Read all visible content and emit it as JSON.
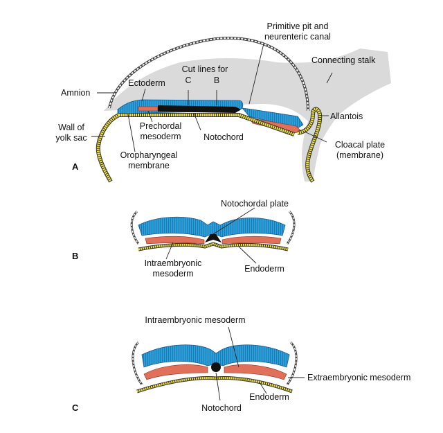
{
  "panels": {
    "a": "A",
    "b": "B",
    "c": "C"
  },
  "panel_a": {
    "primitive_pit_1": "Primitive pit and",
    "primitive_pit_2": "neurenteric canal",
    "connecting_stalk": "Connecting stalk",
    "cut_lines_1": "Cut lines for",
    "cut_c": "C",
    "cut_b": "B",
    "ectoderm": "Ectoderm",
    "amnion": "Amnion",
    "allantois": "Allantois",
    "wall_yolk_1": "Wall of",
    "wall_yolk_2": "yolk sac",
    "prechordal_1": "Prechordal",
    "prechordal_2": "mesoderm",
    "notochord": "Notochord",
    "cloacal_1": "Cloacal plate",
    "cloacal_2": "(membrane)",
    "oropharyngeal_1": "Oropharyngeal",
    "oropharyngeal_2": "membrane"
  },
  "panel_b": {
    "notochordal_plate": "Notochordal plate",
    "intraembryonic_1": "Intraembryonic",
    "intraembryonic_2": "mesoderm",
    "endoderm": "Endoderm"
  },
  "panel_c": {
    "intraembryonic": "Intraembryonic mesoderm",
    "extraembryonic": "Extraembryonic mesoderm",
    "endoderm": "Endoderm",
    "notochord": "Notochord"
  },
  "colors": {
    "ectoderm": "#2b9fd9",
    "mesoderm": "#e0705a",
    "endoderm": "#f2e23a",
    "notochord": "#111111",
    "amnion": "#ffffff",
    "shadow": "#d9d9d9"
  }
}
